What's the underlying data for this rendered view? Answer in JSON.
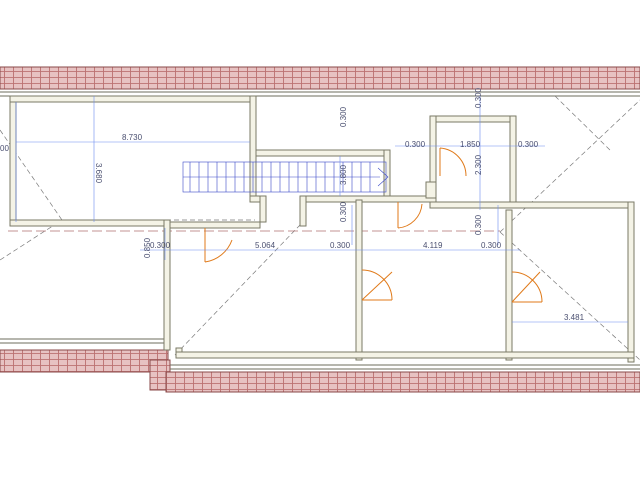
{
  "drawing": {
    "colors": {
      "roof_tile": "#e7c2c2",
      "roof_tile_line": "#b56565",
      "wall_fill": "#f4f3e6",
      "dimension": "#6c8cf0",
      "door": "#e07a1a",
      "stairs": "#3a49c8"
    },
    "dimensions": [
      {
        "id": "dim-8730",
        "text": "8.730"
      },
      {
        "id": "dim-3680",
        "text": "3.680"
      },
      {
        "id": "dim-left-cut",
        "text": "00"
      },
      {
        "id": "dim-0300-stair-top",
        "text": "0.300"
      },
      {
        "id": "dim-3800",
        "text": "3.800"
      },
      {
        "id": "dim-0300-top-right",
        "text": "0.300"
      },
      {
        "id": "dim-0300-bath-left",
        "text": "0.300"
      },
      {
        "id": "dim-1850",
        "text": "1.850"
      },
      {
        "id": "dim-0300-bath-right",
        "text": "0.300"
      },
      {
        "id": "dim-2300",
        "text": "2.300"
      },
      {
        "id": "dim-0300-mid",
        "text": "0.300"
      },
      {
        "id": "dim-0300-right-v",
        "text": "0.300"
      },
      {
        "id": "dim-0850",
        "text": "0.850"
      },
      {
        "id": "dim-0300-left",
        "text": "0.300"
      },
      {
        "id": "dim-5064",
        "text": "5.064"
      },
      {
        "id": "dim-0300-center",
        "text": "0.300"
      },
      {
        "id": "dim-4119",
        "text": "4.119"
      },
      {
        "id": "dim-0300-right",
        "text": "0.300"
      },
      {
        "id": "dim-3481",
        "text": "3.481"
      }
    ]
  }
}
